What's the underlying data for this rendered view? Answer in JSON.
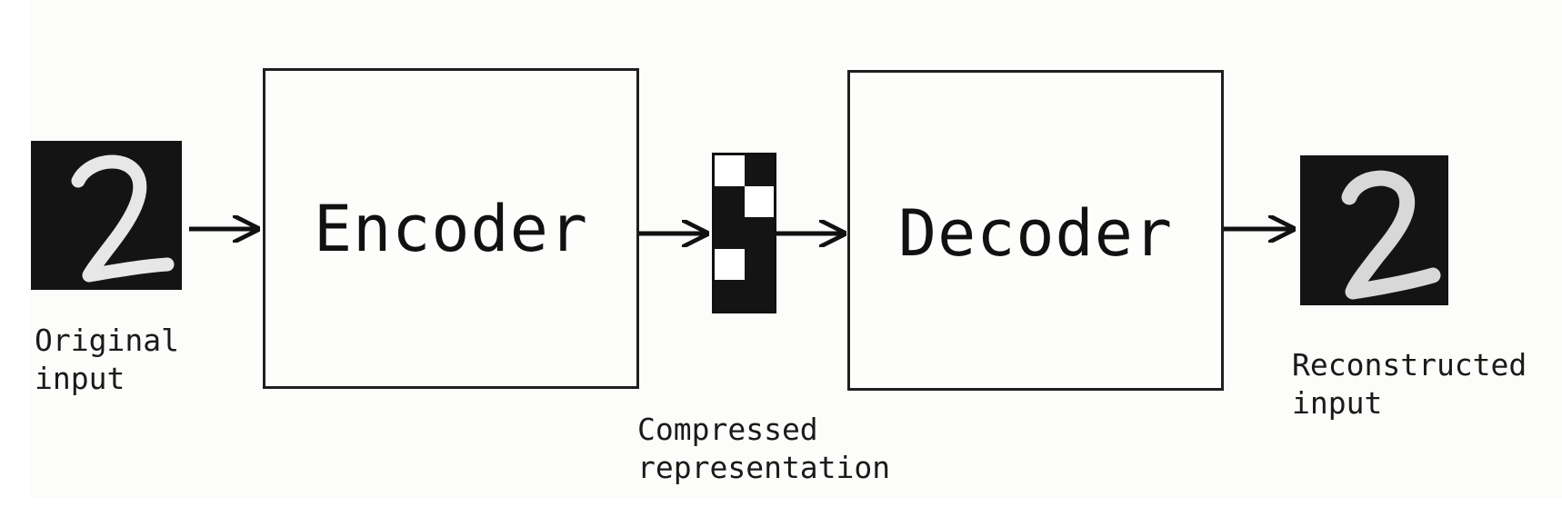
{
  "diagram": {
    "encoder": {
      "label": "Encoder"
    },
    "decoder": {
      "label": "Decoder"
    },
    "original_input": {
      "lines": [
        "Original",
        "input"
      ],
      "digit": "2"
    },
    "compressed_representation": {
      "lines": [
        "Compressed",
        "representation"
      ],
      "grid": [
        [
          1,
          0
        ],
        [
          0,
          1
        ],
        [
          0,
          0
        ],
        [
          1,
          0
        ],
        [
          0,
          0
        ]
      ]
    },
    "reconstructed_input": {
      "lines": [
        "Reconstructed",
        "input"
      ],
      "digit": "2"
    },
    "colors": {
      "ink": "#111111",
      "image_background": "#141414",
      "digit_stroke": "#f2f2f2",
      "canvas": "#fcfcfa"
    }
  }
}
